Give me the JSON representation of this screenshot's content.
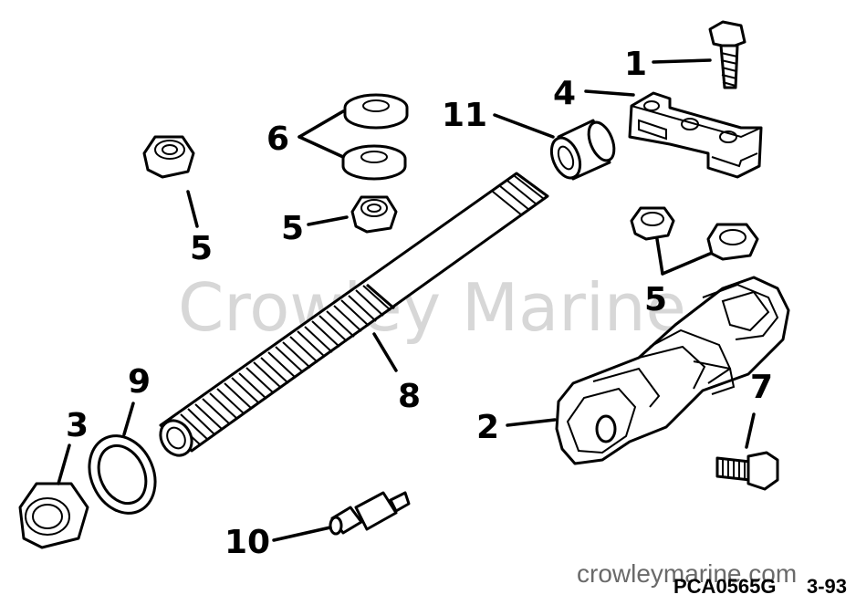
{
  "watermark": "Crowley Marine",
  "site": "crowleymarine.com",
  "figure_code": "PCA0565G",
  "page_ref": "3-93",
  "callouts": {
    "c1": "1",
    "c2": "2",
    "c3": "3",
    "c4": "4",
    "c5a": "5",
    "c5b": "5",
    "c5c": "5",
    "c6": "6",
    "c7": "7",
    "c8": "8",
    "c9": "9",
    "c10": "10",
    "c11": "11"
  }
}
